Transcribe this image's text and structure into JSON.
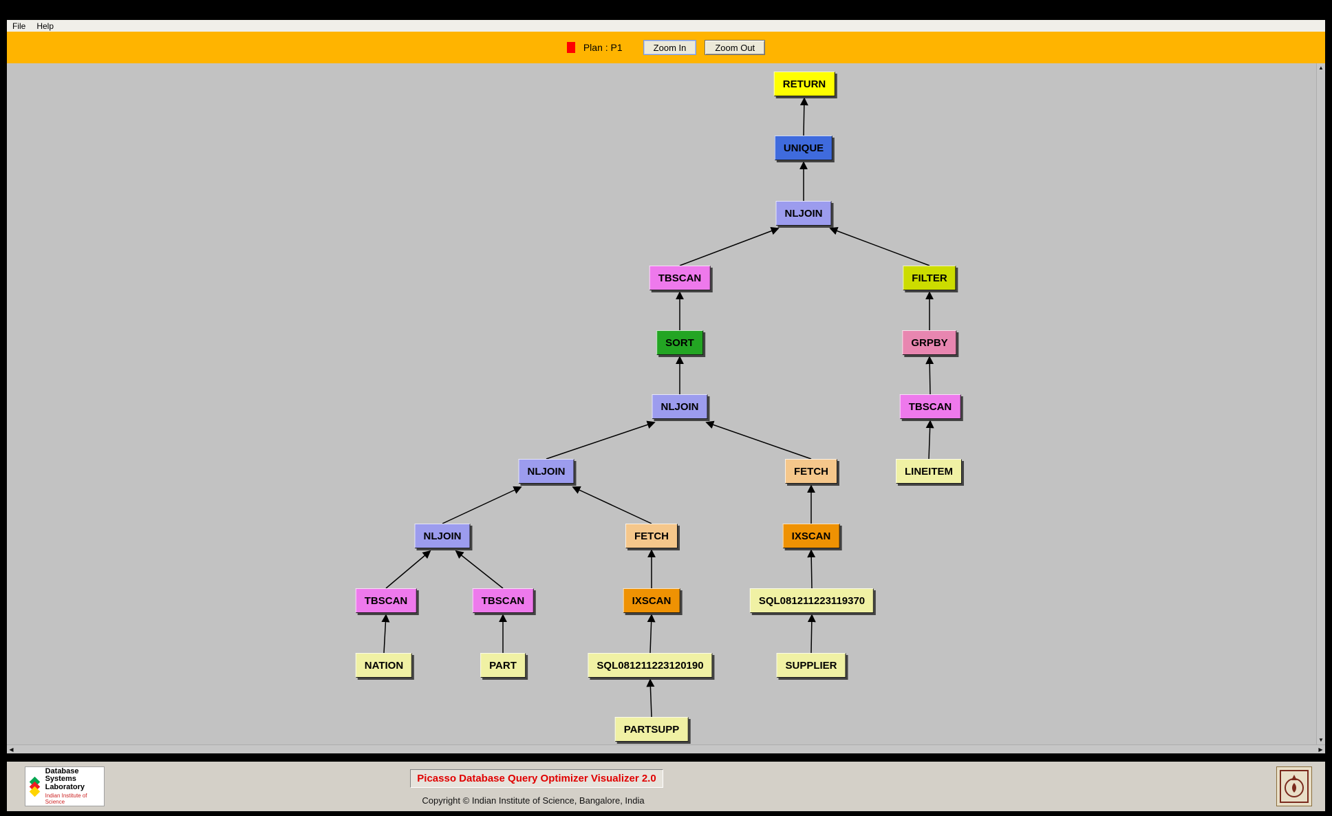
{
  "menu_bar": {
    "items": [
      "File",
      "Help"
    ]
  },
  "toolbar": {
    "bar_color": "#ffb400",
    "plan_chip_color": "#ff0000",
    "plan_label": "Plan : P1",
    "zoom_in_label": "Zoom In",
    "zoom_out_label": "Zoom Out"
  },
  "plan_tree": {
    "plan_name": "P1",
    "nodes": [
      {
        "label": "RETURN",
        "color": "#ffff00"
      },
      {
        "label": "UNIQUE",
        "color": "#3f6bdd"
      },
      {
        "label": "NLJOIN",
        "color": "#9c9cee"
      },
      {
        "label": "TBSCAN",
        "color": "#ee79ec"
      },
      {
        "label": "FILTER",
        "color": "#ccdc00"
      },
      {
        "label": "SORT",
        "color": "#23a523"
      },
      {
        "label": "GRPBY",
        "color": "#e886b0"
      },
      {
        "label": "NLJOIN",
        "color": "#9c9cee"
      },
      {
        "label": "TBSCAN",
        "color": "#ee79ec"
      },
      {
        "label": "NLJOIN",
        "color": "#9c9cee"
      },
      {
        "label": "FETCH",
        "color": "#f5c78b"
      },
      {
        "label": "LINEITEM",
        "color": "#f0f1a4"
      },
      {
        "label": "NLJOIN",
        "color": "#9c9cee"
      },
      {
        "label": "FETCH",
        "color": "#f5c78b"
      },
      {
        "label": "IXSCAN",
        "color": "#ef9203"
      },
      {
        "label": "TBSCAN",
        "color": "#ee79ec"
      },
      {
        "label": "TBSCAN",
        "color": "#ee79ec"
      },
      {
        "label": "IXSCAN",
        "color": "#ef9203"
      },
      {
        "label": "SQL081211223119370",
        "color": "#f0f1a4"
      },
      {
        "label": "NATION",
        "color": "#f0f1a4"
      },
      {
        "label": "PART",
        "color": "#f0f1a4"
      },
      {
        "label": "SQL081211223120190",
        "color": "#f0f1a4"
      },
      {
        "label": "SUPPLIER",
        "color": "#f0f1a4"
      },
      {
        "label": "PARTSUPP",
        "color": "#f0f1a4"
      }
    ],
    "edges": [
      {
        "child": 1,
        "parent": 0
      },
      {
        "child": 2,
        "parent": 1
      },
      {
        "child": 3,
        "parent": 2
      },
      {
        "child": 4,
        "parent": 2
      },
      {
        "child": 5,
        "parent": 3
      },
      {
        "child": 6,
        "parent": 4
      },
      {
        "child": 7,
        "parent": 5
      },
      {
        "child": 8,
        "parent": 6
      },
      {
        "child": 9,
        "parent": 7
      },
      {
        "child": 10,
        "parent": 7
      },
      {
        "child": 11,
        "parent": 8
      },
      {
        "child": 12,
        "parent": 9
      },
      {
        "child": 13,
        "parent": 9
      },
      {
        "child": 14,
        "parent": 10
      },
      {
        "child": 15,
        "parent": 12
      },
      {
        "child": 16,
        "parent": 12
      },
      {
        "child": 17,
        "parent": 13
      },
      {
        "child": 18,
        "parent": 14
      },
      {
        "child": 19,
        "parent": 15
      },
      {
        "child": 20,
        "parent": 16
      },
      {
        "child": 21,
        "parent": 17
      },
      {
        "child": 22,
        "parent": 18
      },
      {
        "child": 23,
        "parent": 21
      }
    ]
  },
  "icons": {
    "scroll_up": "▲",
    "scroll_down": "▼",
    "scroll_left": "◀",
    "scroll_right": "▶"
  },
  "footer": {
    "lab": {
      "name_lines": [
        "Database",
        "Systems",
        "Laboratory"
      ],
      "subtitle": "Indian Institute of Science"
    },
    "app_title": "Picasso Database Query Optimizer Visualizer 2.0",
    "copyright": "Copyright © Indian Institute of Science, Bangalore, India"
  }
}
